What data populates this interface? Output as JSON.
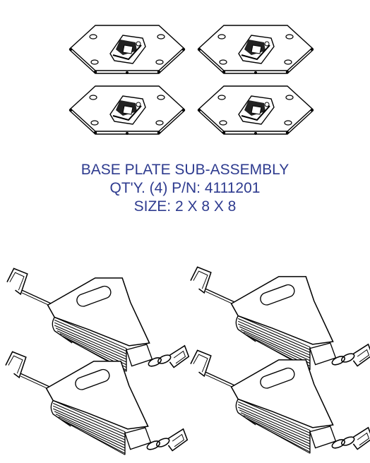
{
  "caption": {
    "line1": "BASE PLATE SUB-ASSEMBLY",
    "line2": "QT'Y. (4) P/N: 4111201",
    "line3": "SIZE: 2 X 8 X 8"
  },
  "colors": {
    "caption": "#2e3b8f",
    "line": "#000000"
  },
  "icons": [
    "base-plate-drawing",
    "ratchet-strap-drawing"
  ]
}
